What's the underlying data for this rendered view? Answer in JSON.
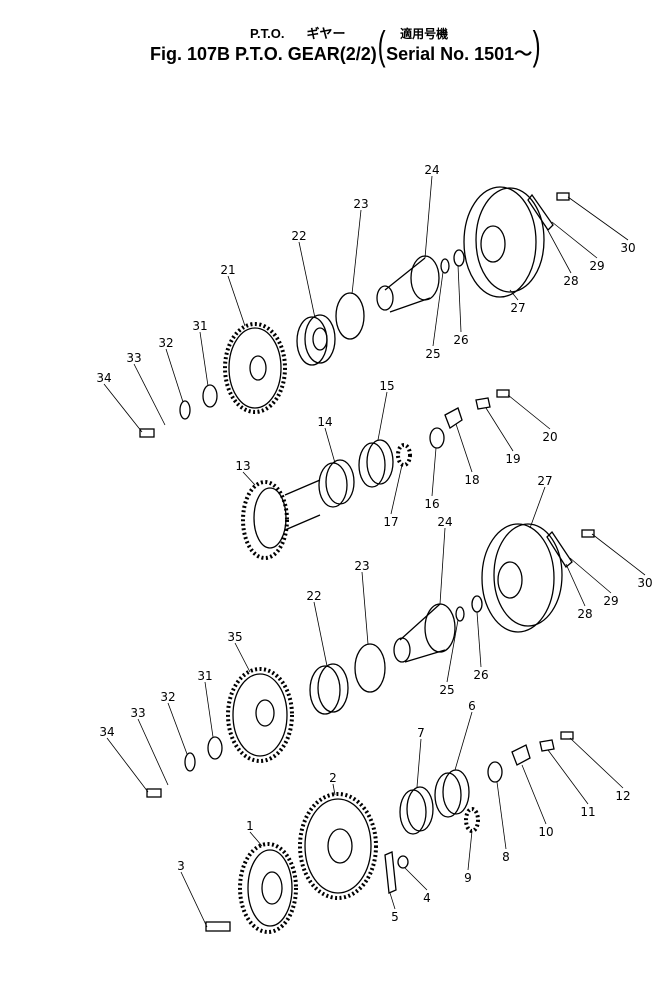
{
  "header": {
    "subtitle_en": "P.T.O.",
    "subtitle_jp": "ギヤー",
    "applicable_jp": "適用号機",
    "title": "Fig. 107B P.T.O. GEAR(2/2)",
    "serial": "Serial No. 1501～"
  },
  "callouts": [
    "24",
    "23",
    "22",
    "21",
    "31",
    "32",
    "33",
    "34",
    "25",
    "26",
    "27",
    "28",
    "29",
    "30",
    "15",
    "14",
    "13",
    "16",
    "17",
    "18",
    "19",
    "20",
    "27",
    "24",
    "23",
    "22",
    "35",
    "31",
    "32",
    "33",
    "34",
    "25",
    "26",
    "28",
    "29",
    "30",
    "7",
    "6",
    "2",
    "1",
    "3",
    "5",
    "4",
    "9",
    "8",
    "10",
    "11",
    "12"
  ]
}
